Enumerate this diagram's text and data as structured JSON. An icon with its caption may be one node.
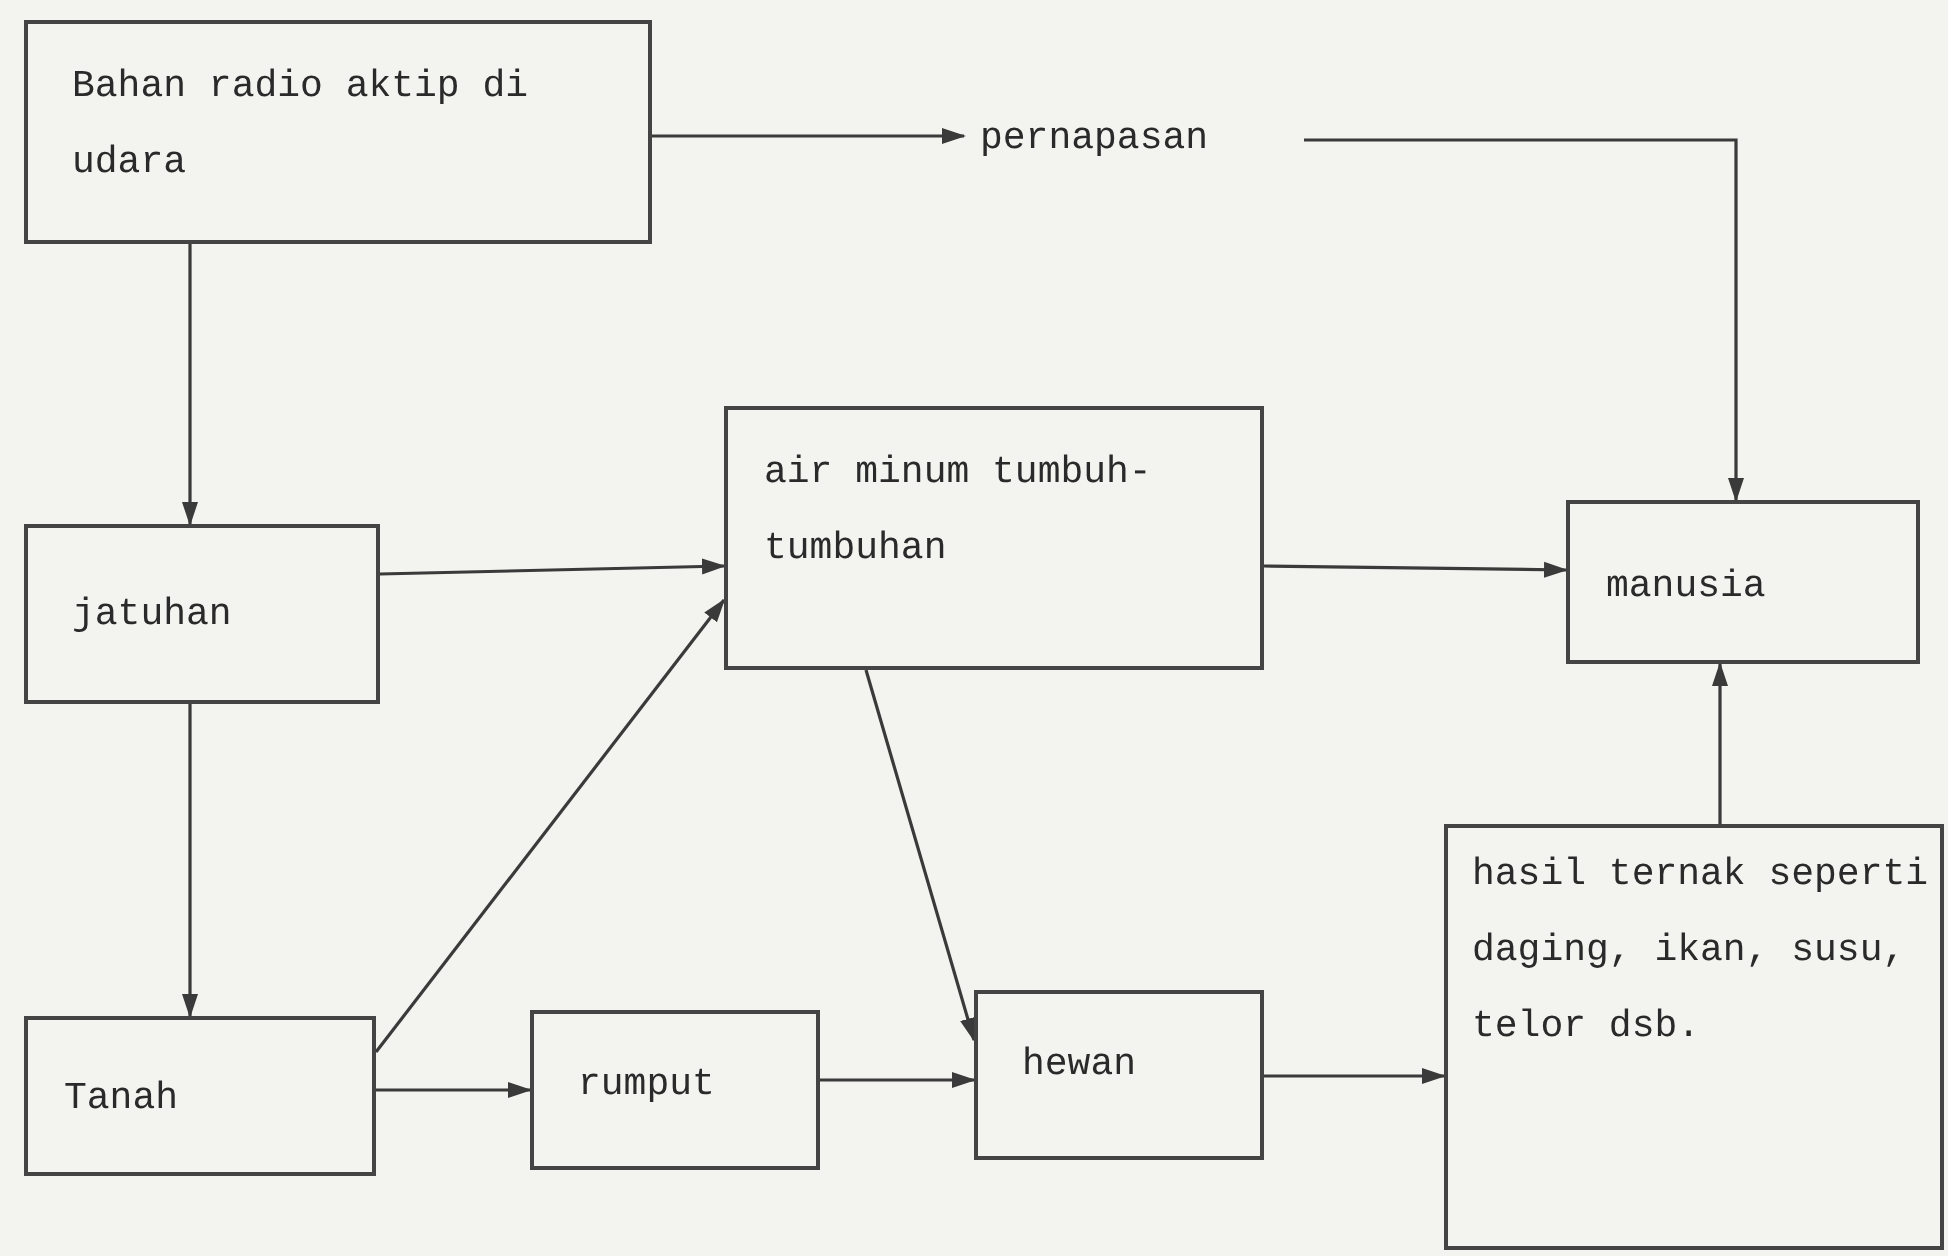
{
  "diagram": {
    "nodes": [
      {
        "text": [
          "Bahan radio aktip di udara"
        ]
      },
      {
        "text": [
          "pernapasan"
        ]
      },
      {
        "text": [
          "jatuhan"
        ]
      },
      {
        "text": [
          "air minum tumbuh-tumbuhan"
        ]
      },
      {
        "text": [
          "manusia"
        ]
      },
      {
        "text": [
          "Tanah"
        ]
      },
      {
        "text": [
          "rumput"
        ]
      },
      {
        "text": [
          "hewan"
        ]
      },
      {
        "text": [
          "hasil ternak seperti daging, ikan, susu, telor dsb."
        ]
      }
    ],
    "edges": [
      {
        "from": 0,
        "to": 1,
        "arrow": "to"
      },
      {
        "from": 1,
        "to": 4,
        "arrow": "to"
      },
      {
        "from": 0,
        "to": 2,
        "arrow": "to"
      },
      {
        "from": 2,
        "to": 3,
        "arrow": "to"
      },
      {
        "from": 3,
        "to": 4,
        "arrow": "to"
      },
      {
        "from": 2,
        "to": 5,
        "arrow": "to"
      },
      {
        "from": 5,
        "to": 3,
        "arrow": "to"
      },
      {
        "from": 5,
        "to": 6,
        "arrow": "to"
      },
      {
        "from": 6,
        "to": 7,
        "arrow": "to"
      },
      {
        "from": 3,
        "to": 7,
        "arrow": "to"
      },
      {
        "from": 7,
        "to": 8,
        "arrow": "to"
      },
      {
        "from": 8,
        "to": 4,
        "arrow": "to"
      }
    ]
  }
}
